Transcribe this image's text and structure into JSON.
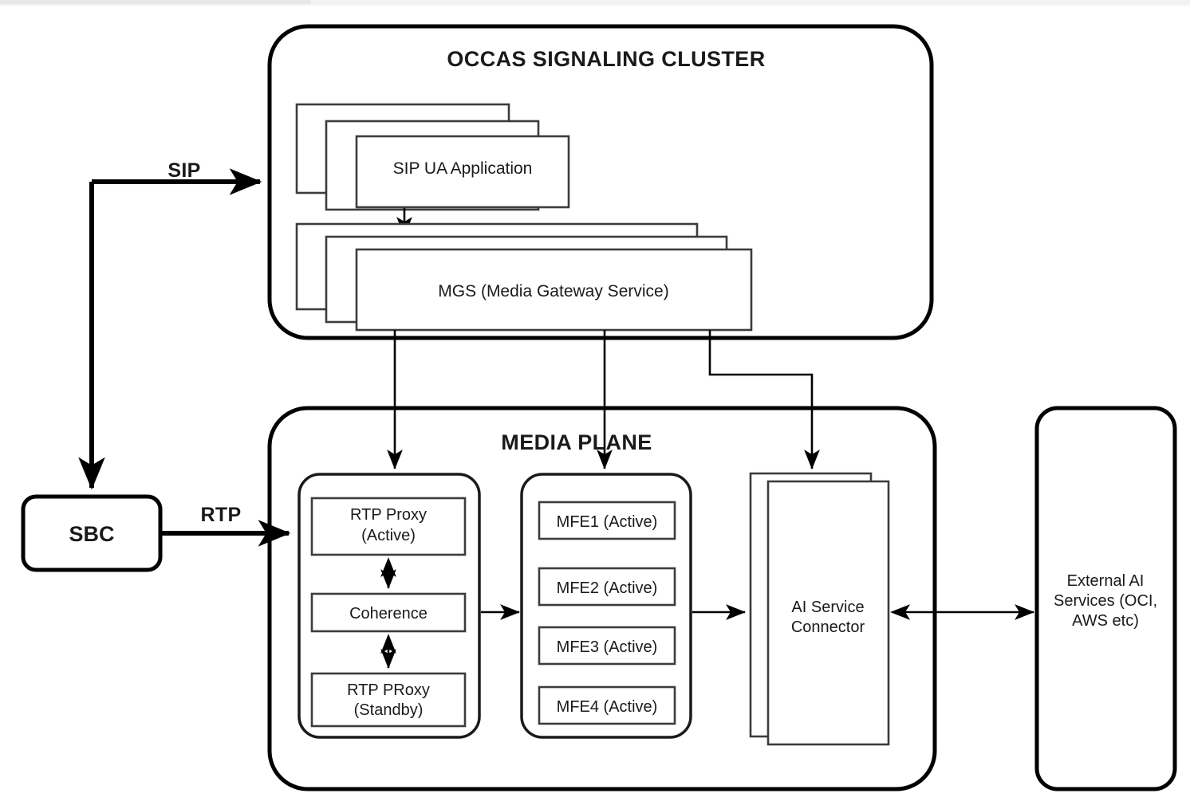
{
  "diagram": {
    "type": "architecture-block-diagram",
    "background_color": "#ffffff",
    "line_color": "#000000",
    "text_color": "#1a1a1a",
    "clusters": {
      "signaling": {
        "title": "OCCAS SIGNALING CLUSTER",
        "nodes": {
          "sip_ua": {
            "label": "SIP UA Application",
            "stack_count": 3
          },
          "mgs": {
            "label": "MGS (Media Gateway Service)",
            "stack_count": 3
          }
        }
      },
      "media": {
        "title": "MEDIA PLANE",
        "groups": {
          "rtp_proxy_group": {
            "items": [
              {
                "line1": "RTP Proxy",
                "line2": "(Active)"
              },
              {
                "line1": "Coherence",
                "line2": ""
              },
              {
                "line1": "RTP PRoxy",
                "line2": "(Standby)"
              }
            ]
          },
          "mfe_group": {
            "items": [
              {
                "label": "MFE1 (Active)"
              },
              {
                "label": "MFE2 (Active)"
              },
              {
                "label": "MFE3 (Active)"
              },
              {
                "label": "MFE4 (Active)"
              }
            ]
          },
          "ai_connector": {
            "line1": "AI Service",
            "line2": "Connector",
            "stack_count": 2
          }
        }
      }
    },
    "external_nodes": {
      "sbc": {
        "label": "SBC"
      },
      "external_ai": {
        "line1": "External AI",
        "line2": "Services (OCI,",
        "line3": "AWS etc)"
      }
    },
    "edge_labels": {
      "sip": "SIP",
      "rtp": "RTP"
    }
  }
}
